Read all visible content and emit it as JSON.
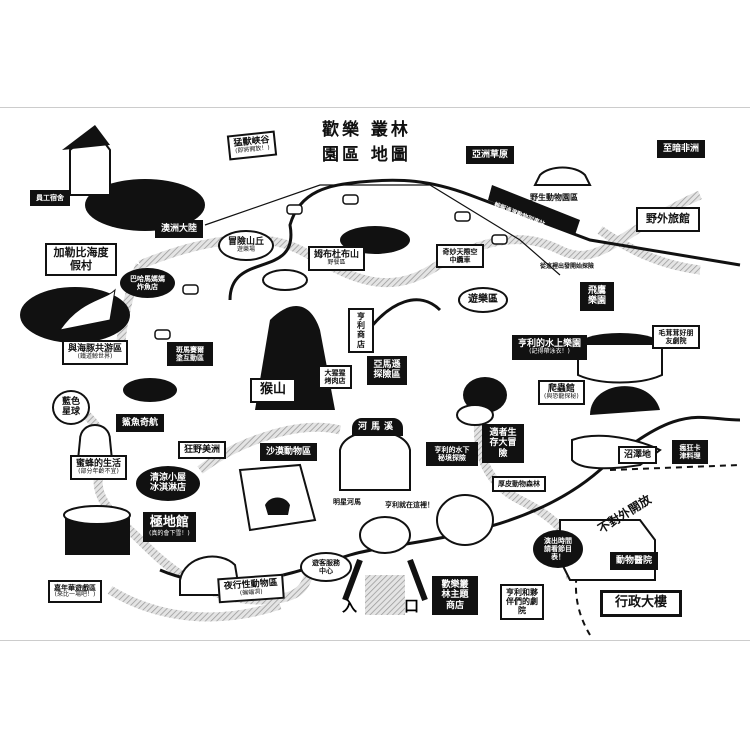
{
  "title": {
    "line1": "歡樂 叢林",
    "line2": "園區 地圖"
  },
  "labels": {
    "staff": "員工宿舍",
    "canyon": "猛獸峽谷",
    "canyon_sub": "(即將開放！)",
    "australia": "澳洲大陸",
    "caribbean": "加勒比海度假村",
    "hill": "冒險山丘",
    "hill_sub": "遊樂場",
    "fish": "巴哈馬媽媽炸魚店",
    "mbudu": "姆布杜布山",
    "mbudu_sub": "野餐區",
    "asia": "亞洲草原",
    "safari": "野生動物園區",
    "africa": "至暗非洲",
    "lodge": "野外旅館",
    "train": "蜿蜒過渡動物列車站",
    "cable": "奇妙天際空中纜車",
    "start": "從這裡出發開始探險",
    "play": "遊樂區",
    "eagle": "飛鷹樂園",
    "furry": "毛茸茸好朋友劇院",
    "water": "亨利的水上樂園",
    "water_sub": "(記得帶泳衣！)",
    "dolphin": "與海豚共游區",
    "dolphin_sub": "(鐵道鯨世界)",
    "zebra": "斑馬賽爾塗互動區",
    "henry_shop": "亨利商店",
    "gorilla": "大猩猩烤肉店",
    "monkey": "猴山",
    "amazon": "亞馬遜探險區",
    "blue": "藍色星球",
    "shark": "鯊魚奇航",
    "america": "狂野美洲",
    "desert": "沙漠動物區",
    "hippo": "河馬溪",
    "underwater": "亨利的水下秘境探險",
    "survival": "適者生存大冒險",
    "reptile": "爬蟲館",
    "reptile_sub": "(與恐龍探秘)",
    "swamp": "沼澤地",
    "cajun": "瘋狂卡津料理",
    "bee": "蜜蜂的生活",
    "bee_sub": "(部分年齡不宜)",
    "icecream": "清涼小屋冰淇淋店",
    "thick": "厚皮動物森林",
    "star_hippo": "明星河馬",
    "henry_here": "亨利就在這裡！",
    "polar": "極地館",
    "polar_sub": "(真的會下雪！)",
    "closed": "不對外開放",
    "hospital": "動物醫院",
    "show": "演出時間請看節目表！",
    "visitor": "遊客服務中心",
    "night": "夜行性動物區",
    "night_sub": "(蝙蝠洞)",
    "carnival": "嘉年華遊戲區",
    "carnival_sub": "(來比一場吧！)",
    "store": "歡樂叢林主題商店",
    "theater": "亨利和夥伴們的劇院",
    "admin": "行政大樓",
    "entrance_1": "入",
    "entrance_2": "口"
  },
  "colors": {
    "ink": "#111111",
    "path": "#bdbdbd",
    "paper": "#ffffff"
  }
}
